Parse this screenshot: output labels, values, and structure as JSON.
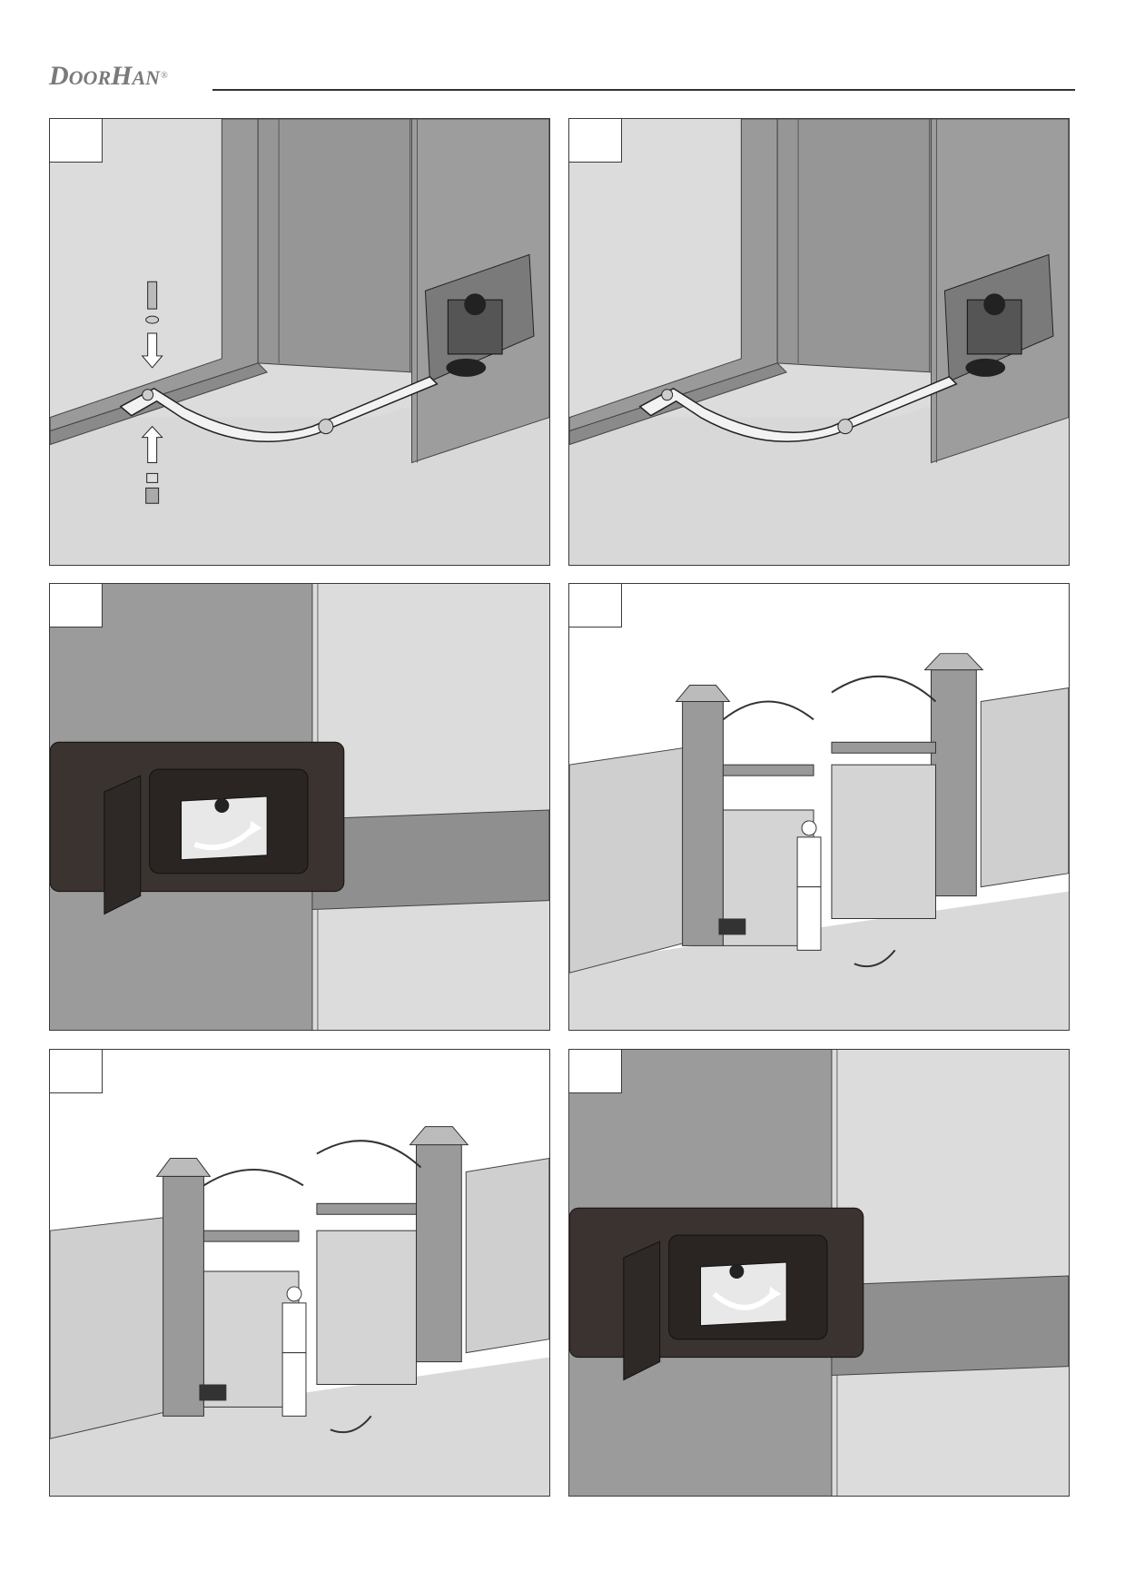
{
  "brand": {
    "logo_text": "DoorHan",
    "trademark": "®"
  },
  "panels": [
    {
      "id": "p1",
      "scene": "arm-bracket-bolt-assembly"
    },
    {
      "id": "p2",
      "scene": "arm-bracket-assembled"
    },
    {
      "id": "p3",
      "scene": "release-lock-unlock"
    },
    {
      "id": "p4",
      "scene": "manual-open-left-leaf"
    },
    {
      "id": "p5",
      "scene": "manual-open-gate"
    },
    {
      "id": "p6",
      "scene": "release-lock-relock"
    }
  ]
}
